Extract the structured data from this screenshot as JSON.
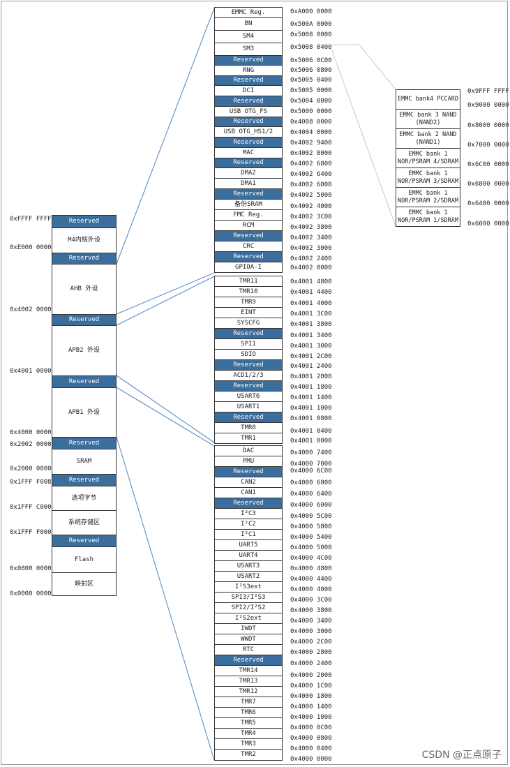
{
  "watermark": "CSDN @正点原子",
  "left_column": {
    "blocks": [
      {
        "label": "Reserved",
        "reserved": true
      },
      {
        "label": "M4内核外设",
        "reserved": false
      },
      {
        "label": "Reserved",
        "reserved": true
      },
      {
        "label": "AHB 外设",
        "reserved": false
      },
      {
        "label": "Reserved",
        "reserved": true
      },
      {
        "label": "APB2 外设",
        "reserved": false
      },
      {
        "label": "Reserved",
        "reserved": true
      },
      {
        "label": "APB1 外设",
        "reserved": false
      },
      {
        "label": "Reserved",
        "reserved": true
      },
      {
        "label": "SRAM",
        "reserved": false
      },
      {
        "label": "Reserved",
        "reserved": true
      },
      {
        "label": "选项字节",
        "reserved": false
      },
      {
        "label": "系统存储区",
        "reserved": false
      },
      {
        "label": "Reserved",
        "reserved": true
      },
      {
        "label": "Flash",
        "reserved": false
      },
      {
        "label": "映射区",
        "reserved": false
      }
    ],
    "addresses": [
      "0xFFFF FFFF",
      "0xE000 0000",
      "0x4002 0000",
      "0x4001 0000",
      "0x4000 0000",
      "0x2002 0000",
      "0x2000 0000",
      "0x1FFF F008",
      "0x1FFF C000",
      "0x1FFF F000",
      "0x0800 0000",
      "0x0000 0000"
    ]
  },
  "ahb": {
    "blocks": [
      {
        "label": "EMMC Reg.",
        "reserved": false
      },
      {
        "label": "BN",
        "reserved": false
      },
      {
        "label": "SM4",
        "reserved": false
      },
      {
        "label": "SM3",
        "reserved": false
      },
      {
        "label": "Reserved",
        "reserved": true
      },
      {
        "label": "RNG",
        "reserved": false
      },
      {
        "label": "Reserved",
        "reserved": true
      },
      {
        "label": "DCI",
        "reserved": false
      },
      {
        "label": "Reserved",
        "reserved": true
      },
      {
        "label": "USB OTG_FS",
        "reserved": false
      },
      {
        "label": "Reserved",
        "reserved": true
      },
      {
        "label": "USB OTG_HS1/2",
        "reserved": false
      },
      {
        "label": "Reserved",
        "reserved": true
      },
      {
        "label": "MAC",
        "reserved": false
      },
      {
        "label": "Reserved",
        "reserved": true
      },
      {
        "label": "DMA2",
        "reserved": false
      },
      {
        "label": "DMA1",
        "reserved": false
      },
      {
        "label": "Reserved",
        "reserved": true
      },
      {
        "label": "备份SRAM",
        "reserved": false
      },
      {
        "label": "FMC Reg.",
        "reserved": false
      },
      {
        "label": "RCM",
        "reserved": false
      },
      {
        "label": "Reserved",
        "reserved": true
      },
      {
        "label": "CRC",
        "reserved": false
      },
      {
        "label": "Reserved",
        "reserved": true
      },
      {
        "label": "GPIOA-I",
        "reserved": false
      }
    ],
    "addresses": [
      "0xA000 0000",
      "0x500A 0000",
      "0x5008 0000",
      "0x5008 0400",
      "0x5006 0C00",
      "0x5006 0800",
      "0x5005 0400",
      "0x5005 0000",
      "0x5004 0000",
      "0x5000 0000",
      "0x4008 0000",
      "0x4004 0000",
      "0x4002 9400",
      "0x4002 8000",
      "0x4002 6800",
      "0x4002 6400",
      "0x4002 6000",
      "0x4002 5000",
      "0x4002 4000",
      "0x4002 3C00",
      "0x4002 3800",
      "0x4002 3400",
      "0x4002 3000",
      "0x4002 2400",
      "0x4002 0000"
    ]
  },
  "apb2": {
    "blocks": [
      {
        "label": "TMR11",
        "reserved": false
      },
      {
        "label": "TMR10",
        "reserved": false
      },
      {
        "label": "TMR9",
        "reserved": false
      },
      {
        "label": "EINT",
        "reserved": false
      },
      {
        "label": "SYSCFG",
        "reserved": false
      },
      {
        "label": "Reserved",
        "reserved": true
      },
      {
        "label": "SPI1",
        "reserved": false
      },
      {
        "label": "SDIO",
        "reserved": false
      },
      {
        "label": "Reserved",
        "reserved": true
      },
      {
        "label": "ACD1/2/3",
        "reserved": false
      },
      {
        "label": "Reserved",
        "reserved": true
      },
      {
        "label": "USART6",
        "reserved": false
      },
      {
        "label": "USART1",
        "reserved": false
      },
      {
        "label": "Reserved",
        "reserved": true
      },
      {
        "label": "TMR8",
        "reserved": false
      },
      {
        "label": "TMR1",
        "reserved": false
      }
    ],
    "addresses": [
      "0x4001 4800",
      "0x4001 4400",
      "0x4001 4000",
      "0x4001 3C00",
      "0x4001 3800",
      "0x4001 3400",
      "0x4001 3000",
      "0x4001 2C00",
      "0x4001 2400",
      "0x4001 2000",
      "0x4001 1800",
      "0x4001 1400",
      "0x4001 1000",
      "0x4001 0800",
      "0x4001 0400",
      "0x4001 0000"
    ]
  },
  "apb1": {
    "blocks": [
      {
        "label": "DAC",
        "reserved": false
      },
      {
        "label": "PMU",
        "reserved": false
      },
      {
        "label": "Reserved",
        "reserved": true
      },
      {
        "label": "CAN2",
        "reserved": false
      },
      {
        "label": "CAN1",
        "reserved": false
      },
      {
        "label": "Reserved",
        "reserved": true
      },
      {
        "label": "I²C3",
        "reserved": false
      },
      {
        "label": "I²C2",
        "reserved": false
      },
      {
        "label": "I²C1",
        "reserved": false
      },
      {
        "label": "UART5",
        "reserved": false
      },
      {
        "label": "UART4",
        "reserved": false
      },
      {
        "label": "USART3",
        "reserved": false
      },
      {
        "label": "USART2",
        "reserved": false
      },
      {
        "label": "I²S3ext",
        "reserved": false
      },
      {
        "label": "SPI3/I²S3",
        "reserved": false
      },
      {
        "label": "SPI2/I²S2",
        "reserved": false
      },
      {
        "label": "I²S2ext",
        "reserved": false
      },
      {
        "label": "IWDT",
        "reserved": false
      },
      {
        "label": "WWDT",
        "reserved": false
      },
      {
        "label": "RTC",
        "reserved": false
      },
      {
        "label": "Reserved",
        "reserved": true
      },
      {
        "label": "TMR14",
        "reserved": false
      },
      {
        "label": "TMR13",
        "reserved": false
      },
      {
        "label": "TMR12",
        "reserved": false
      },
      {
        "label": "TMR7",
        "reserved": false
      },
      {
        "label": "TMR6",
        "reserved": false
      },
      {
        "label": "TMR5",
        "reserved": false
      },
      {
        "label": "TMR4",
        "reserved": false
      },
      {
        "label": "TMR3",
        "reserved": false
      },
      {
        "label": "TMR2",
        "reserved": false
      }
    ],
    "addresses": [
      "0x4000 7400",
      "0x4000 7000",
      "0x4000 6C00",
      "0x4000 6800",
      "0x4000 6400",
      "0x4000 6000",
      "0x4000 5C00",
      "0x4000 5800",
      "0x4000 5400",
      "0x4000 5000",
      "0x4000 4C00",
      "0x4000 4800",
      "0x4000 4400",
      "0x4000 4000",
      "0x4000 3C00",
      "0x4000 3800",
      "0x4000 3400",
      "0x4000 3000",
      "0x4000 2C00",
      "0x4000 2800",
      "0x4000 2400",
      "0x4000 2000",
      "0x4000 1C00",
      "0x4000 1800",
      "0x4000 1400",
      "0x4000 1000",
      "0x4000 0C00",
      "0x4000 0800",
      "0x4000 0400",
      "0x4000 0000"
    ]
  },
  "emmc": {
    "blocks": [
      {
        "label": "EMMC bank4 PCCARD",
        "reserved": false
      },
      {
        "label": "EMMC bank 3 NAND (NAND2)",
        "reserved": false
      },
      {
        "label": "EMMC bank 2 NAND (NAND1)",
        "reserved": false
      },
      {
        "label": "EMMC bank 1 NOR/PSRAM 4/SDRAM",
        "reserved": false
      },
      {
        "label": "EMMC bank 1 NOR/PSRAM 3/SDRAM",
        "reserved": false
      },
      {
        "label": "EMMC bank 1 NOR/PSRAM 2/SDRAM",
        "reserved": false
      },
      {
        "label": "EMMC bank 1 NOR/PSRAM 1/SDRAM",
        "reserved": false
      }
    ],
    "addresses": [
      "0x9FFF FFFF",
      "0x9000 0000",
      "0x8000 0000",
      "0x7000 0000",
      "0x6C00 0000",
      "0x6800 0000",
      "0x6400 0000",
      "0x6000 0000"
    ]
  }
}
